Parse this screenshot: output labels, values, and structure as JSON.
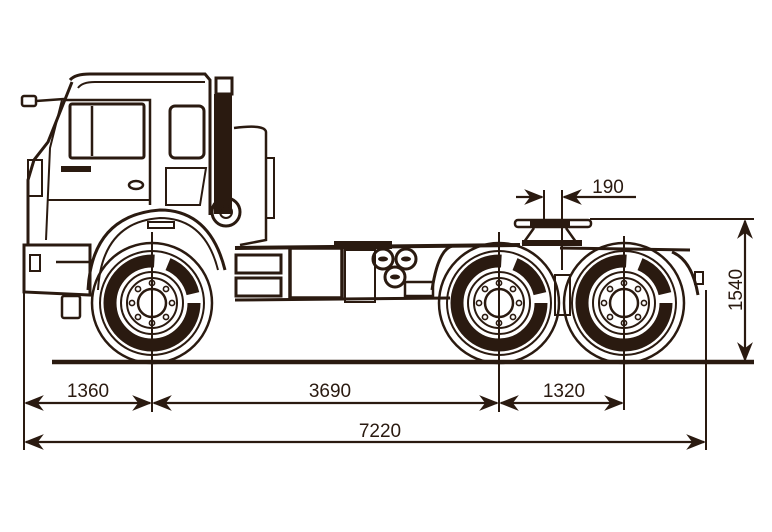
{
  "diagram": {
    "subject": "6x4 tractor truck side view with dimensions (mm)",
    "colors": {
      "ink": "#2a1a10",
      "background": "#ffffff"
    },
    "dimensions": {
      "front_overhang": "1360",
      "wheelbase_front_to_mid": "3690",
      "rear_axle_spacing": "1320",
      "overall_length": "7220",
      "fifth_wheel_offset": "190",
      "fifth_wheel_height": "1540"
    }
  }
}
